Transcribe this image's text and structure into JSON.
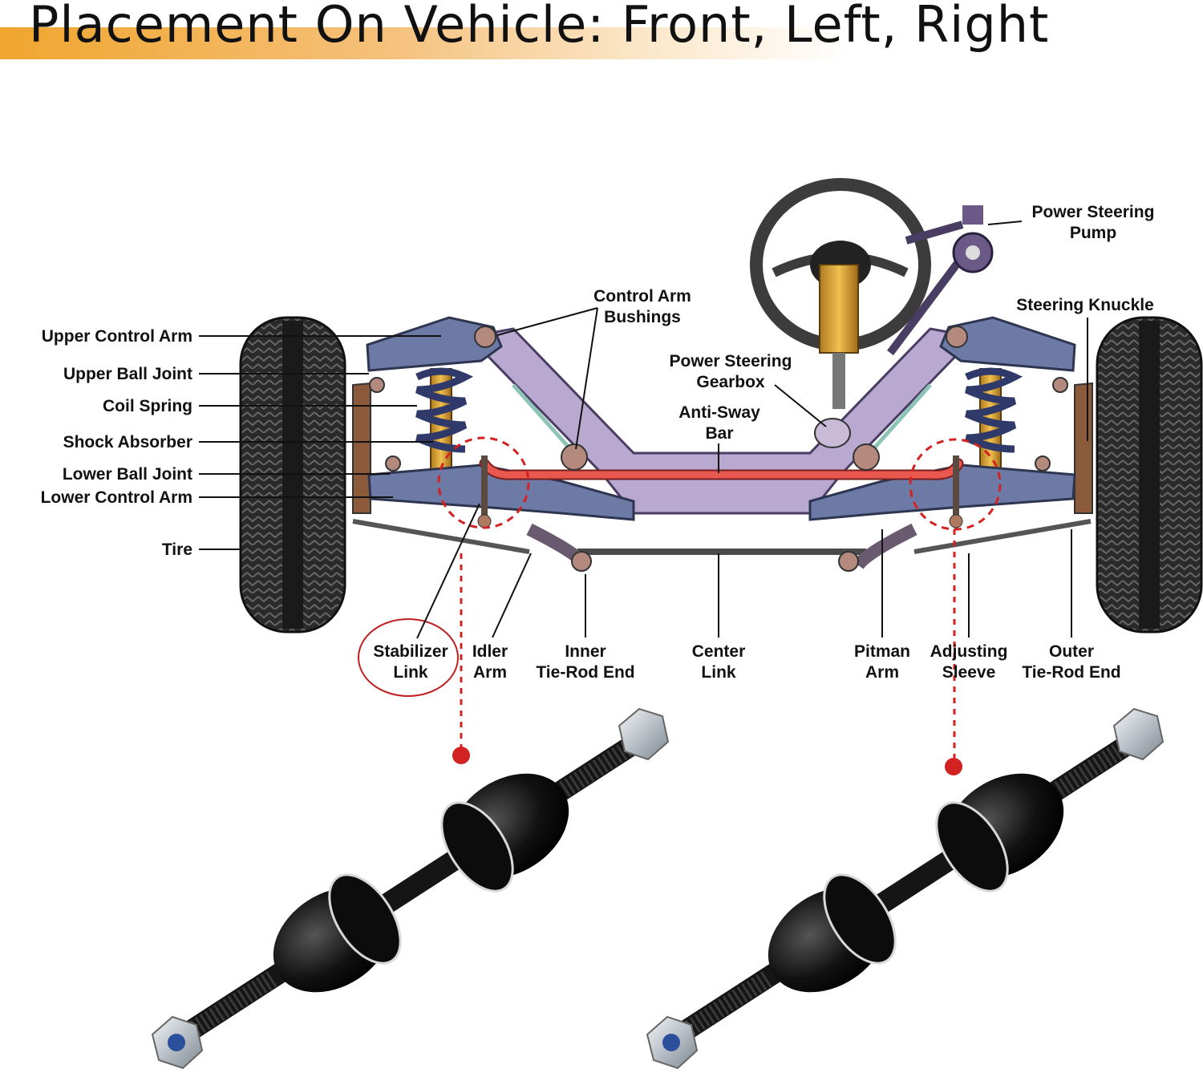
{
  "title": "Placement On Vehicle: Front, Left, Right",
  "labels": {
    "upper_control_arm": "Upper Control Arm",
    "upper_ball_joint": "Upper Ball Joint",
    "coil_spring": "Coil Spring",
    "shock_absorber": "Shock Absorber",
    "lower_ball_joint": "Lower Ball Joint",
    "lower_control_arm": "Lower Control Arm",
    "tire": "Tire",
    "control_arm_bushings": [
      "Control Arm",
      "Bushings"
    ],
    "power_steering_gearbox": [
      "Power Steering",
      "Gearbox"
    ],
    "anti_sway_bar": [
      "Anti-Sway",
      "Bar"
    ],
    "power_steering_pump": [
      "Power Steering",
      "Pump"
    ],
    "steering_knuckle": "Steering Knuckle",
    "stabilizer_link": [
      "Stabilizer",
      "Link"
    ],
    "idler_arm": [
      "Idler",
      "Arm"
    ],
    "inner_tie_rod_end": [
      "Inner",
      "Tie-Rod End"
    ],
    "center_link": [
      "Center",
      "Link"
    ],
    "pitman_arm": [
      "Pitman",
      "Arm"
    ],
    "adjusting_sleeve": [
      "Adjusting",
      "Sleeve"
    ],
    "outer_tie_rod_end": [
      "Outer",
      "Tie-Rod End"
    ]
  },
  "colors": {
    "title_band": "#f0a62e",
    "frame": "#b9a8cf",
    "anti_sway_bar": "#e8584f",
    "callout": "#d32222",
    "tire": "#2a2a2a",
    "link_body": "#111111"
  }
}
